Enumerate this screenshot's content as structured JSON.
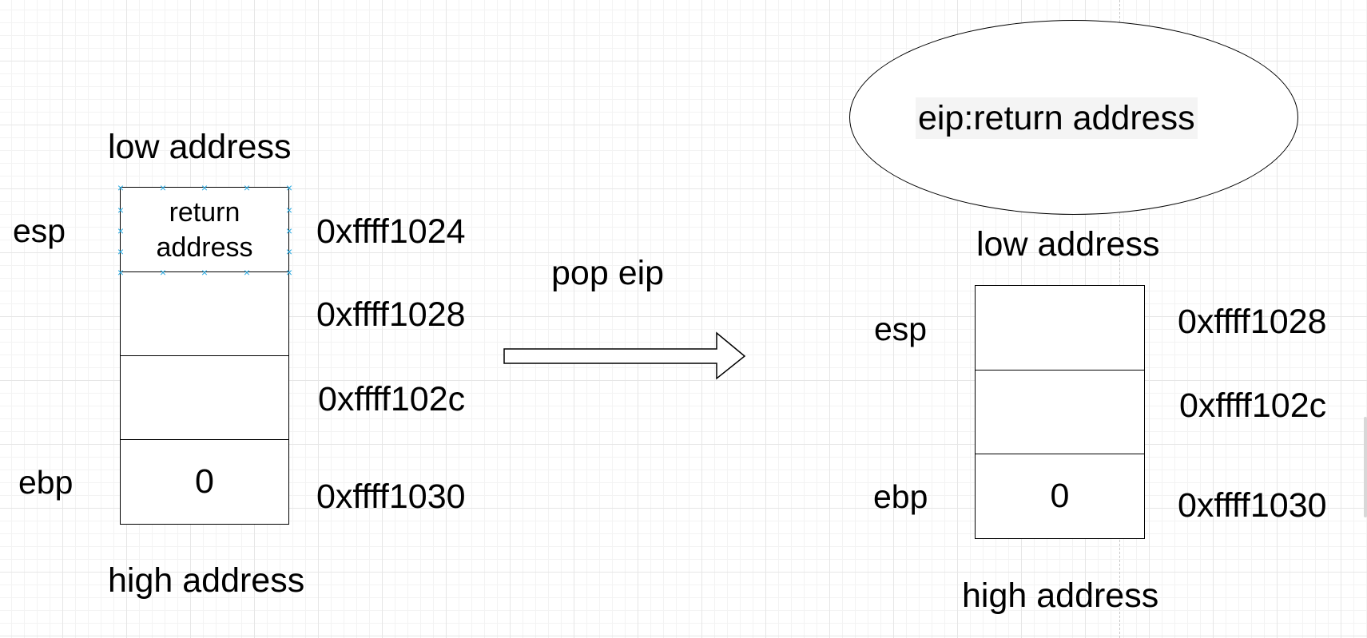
{
  "before": {
    "low_label": "low address",
    "high_label": "high address",
    "esp_label": "esp",
    "ebp_label": "ebp",
    "cells": [
      "return address",
      "",
      "",
      "0"
    ],
    "addresses": [
      "0xffff1024",
      "0xffff1028",
      "0xffff102c",
      "0xffff1030"
    ]
  },
  "arrow": {
    "label": "pop eip"
  },
  "after": {
    "eip_label": "eip:return address",
    "low_label": "low address",
    "high_label": "high address",
    "esp_label": "esp",
    "ebp_label": "ebp",
    "cells": [
      "",
      "",
      "0"
    ],
    "addresses": [
      "0xffff1028",
      "0xffff102c",
      "0xffff1030"
    ]
  },
  "colors": {
    "grid_major": "#e6e6e6",
    "grid_minor": "#f3f3f3",
    "selection_handles": "#29a9e0",
    "label_highlight": "#f4f4f4"
  },
  "icons": {
    "arrow": "right-block-arrow-icon",
    "handle": "selection-handle-icon"
  }
}
